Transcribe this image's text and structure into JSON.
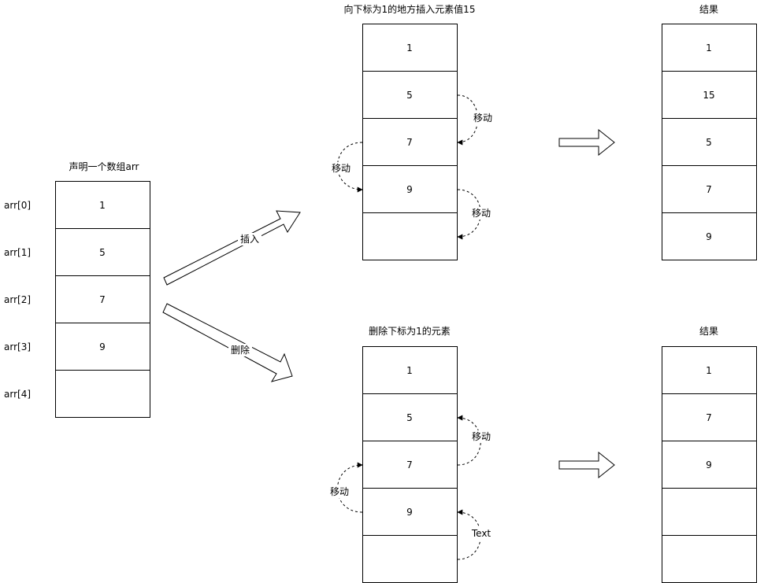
{
  "original": {
    "title": "声明一个数组arr",
    "index_labels": [
      "arr[0]",
      "arr[1]",
      "arr[2]",
      "arr[3]",
      "arr[4]"
    ],
    "cells": [
      "1",
      "5",
      "7",
      "9",
      ""
    ]
  },
  "insert_arrow_label": "插入",
  "delete_arrow_label": "删除",
  "insert": {
    "title": "向下标为1的地方插入元素值15",
    "cells": [
      "1",
      "5",
      "7",
      "9",
      ""
    ],
    "move_labels": [
      "移动",
      "移动",
      "移动"
    ]
  },
  "insert_result": {
    "title": "结果",
    "cells": [
      "1",
      "15",
      "5",
      "7",
      "9"
    ]
  },
  "delete": {
    "title": "删除下标为1的元素",
    "cells": [
      "1",
      "5",
      "7",
      "9",
      ""
    ],
    "move_labels": [
      "移动",
      "移动",
      "Text"
    ]
  },
  "delete_result": {
    "title": "结果",
    "cells": [
      "1",
      "7",
      "9",
      "",
      ""
    ]
  }
}
